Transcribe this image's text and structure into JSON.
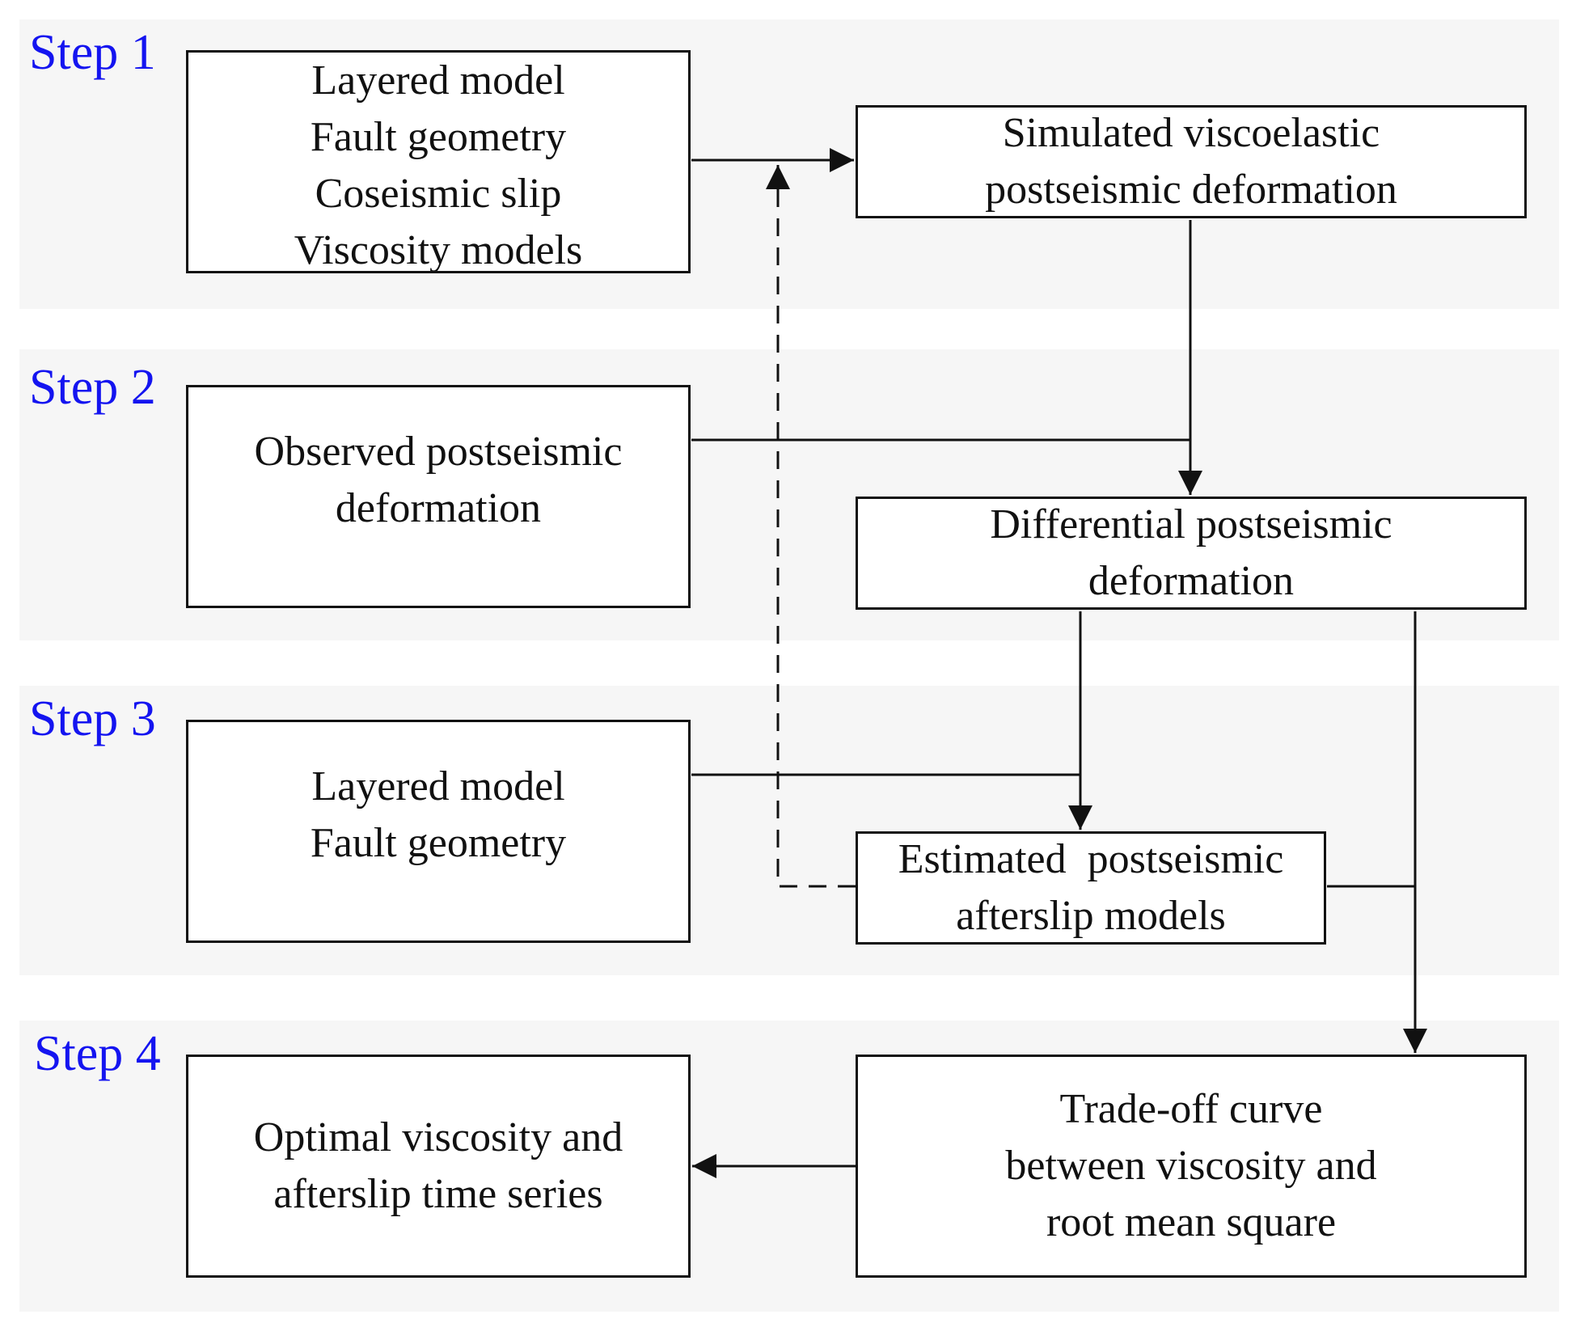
{
  "steps": [
    "Step 1",
    "Step 2",
    "Step 3",
    "Step 4"
  ],
  "boxes": {
    "step1_inputs": [
      "Layered model",
      "Fault geometry",
      "Coseismic slip",
      "Viscosity models"
    ],
    "simulated": [
      "Simulated viscoelastic",
      "postseismic deformation"
    ],
    "observed": [
      "Observed postseismic",
      "deformation"
    ],
    "differential": [
      "Differential postseismic",
      "deformation"
    ],
    "step3_inputs": [
      "Layered model",
      "Fault geometry"
    ],
    "afterslip": [
      "Estimated  postseismic",
      "afterslip models"
    ],
    "tradeoff": [
      "Trade-off curve",
      "between viscosity and",
      "root mean square"
    ],
    "optimal": [
      "Optimal viscosity and",
      "afterslip time series"
    ]
  },
  "colors": {
    "step_label": "#1414f0",
    "band": "#f6f6f6",
    "stroke": "#111111"
  }
}
